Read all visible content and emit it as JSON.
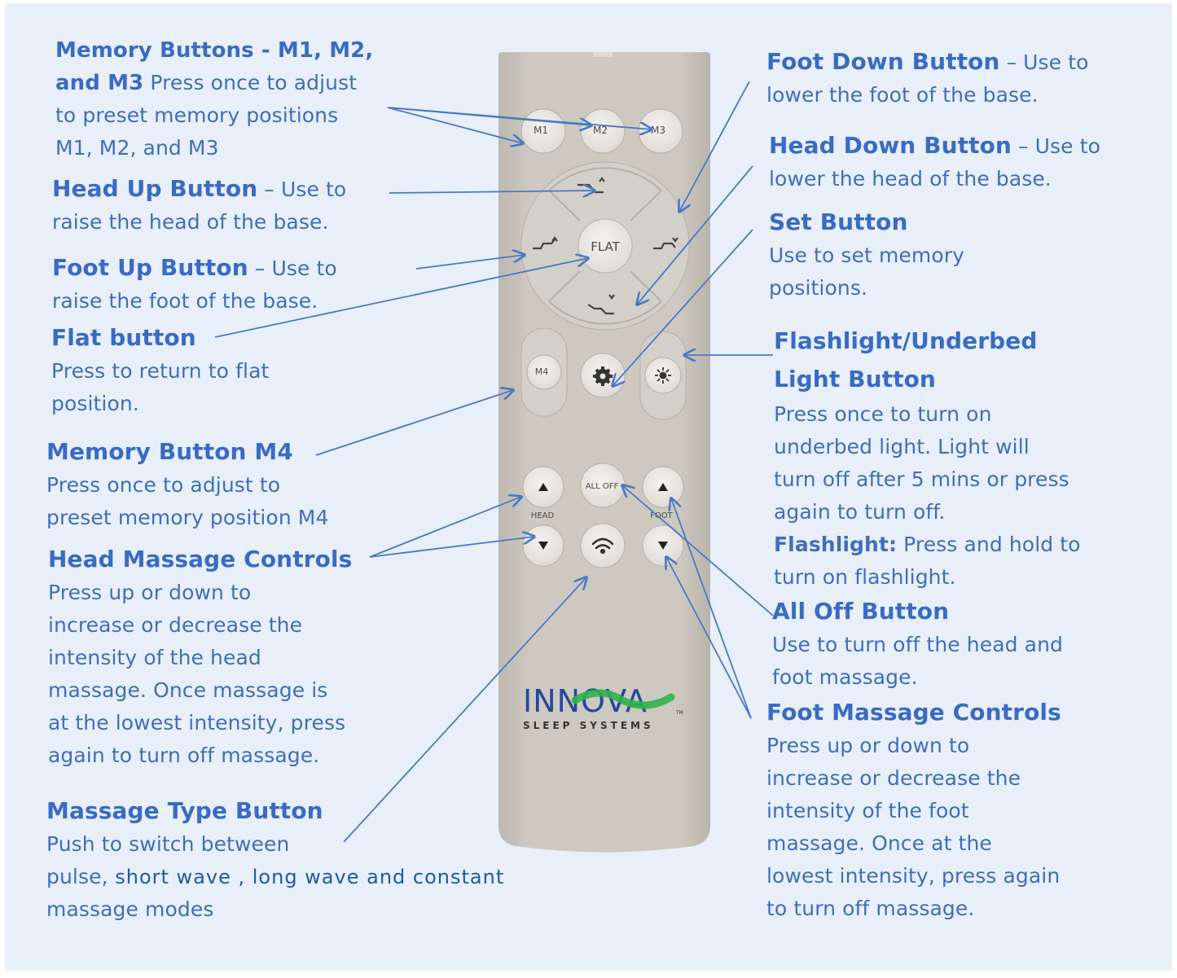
{
  "remote": {
    "buttons": {
      "m1": "M1",
      "m2": "M2",
      "m3": "M3",
      "m4": "M4",
      "flat": "FLAT",
      "all_off": "ALL OFF",
      "head": "HEAD",
      "foot": "FOOT"
    },
    "logo": {
      "brand": "INNOVA",
      "tagline": "SLEEP SYSTEMS",
      "tm": "TM"
    }
  },
  "labels": {
    "memory_m1_m3": {
      "title": "Memory Buttons -  M1, M2,",
      "title2": "and M3",
      "desc_inline": " Press once to adjust",
      "desc": [
        "to preset memory positions",
        "M1, M2, and M3"
      ]
    },
    "head_up": {
      "title": "Head Up Button",
      "dash": " – Use to",
      "desc": [
        "raise the head of the base."
      ]
    },
    "foot_up": {
      "title": "Foot Up Button",
      "dash": " – Use to",
      "desc": [
        "raise the foot of the base."
      ]
    },
    "flat": {
      "title": "Flat button",
      "desc": [
        "Press to return to flat",
        "position."
      ]
    },
    "memory_m4": {
      "title": "Memory Button M4",
      "desc": [
        "Press once to adjust to",
        "preset memory position M4"
      ]
    },
    "head_massage": {
      "title": "Head Massage Controls",
      "desc": [
        "Press up or down to",
        "increase or decrease the",
        "intensity of the head",
        "massage.  Once massage is",
        "at the lowest intensity, press",
        "again to turn off massage."
      ]
    },
    "massage_type": {
      "title": "Massage Type Button",
      "desc1": "Push to switch between",
      "desc2a": "pulse,",
      "desc2b": " short wave , long wave and constant",
      "desc3": "massage modes"
    },
    "foot_down": {
      "title": "Foot Down Button",
      "dash": " – Use to",
      "desc": [
        "lower the foot of the base."
      ]
    },
    "head_down": {
      "title": "Head Down Button",
      "dash": " – Use to",
      "desc": [
        "lower the head of the base."
      ]
    },
    "set": {
      "title": "Set Button",
      "desc": [
        "Use to set memory",
        "positions."
      ]
    },
    "flashlight": {
      "title1": "Flashlight/Underbed",
      "title2": "Light Button",
      "desc": [
        "Press once to turn on",
        "underbed light.  Light will",
        "turn off after 5 mins or press",
        "again to turn off."
      ],
      "flash_title": "Flashlight:",
      "flash_desc1": " Press and hold to",
      "flash_desc2": "turn on flashlight."
    },
    "all_off": {
      "title": "All Off Button",
      "desc": [
        "Use to turn off the head and",
        "foot massage."
      ]
    },
    "foot_massage": {
      "title": "Foot Massage Controls",
      "desc": [
        "Press up or down to",
        "increase or decrease the",
        "intensity of the foot",
        "massage.  Once at the",
        "lowest intensity, press again",
        "to turn off massage."
      ]
    }
  },
  "colors": {
    "text": "#3f6fba",
    "arrow": "#4a78c4",
    "remote": "#c8c4bc",
    "logo": "#24489a",
    "logo_swoosh": "#2fb24a"
  }
}
